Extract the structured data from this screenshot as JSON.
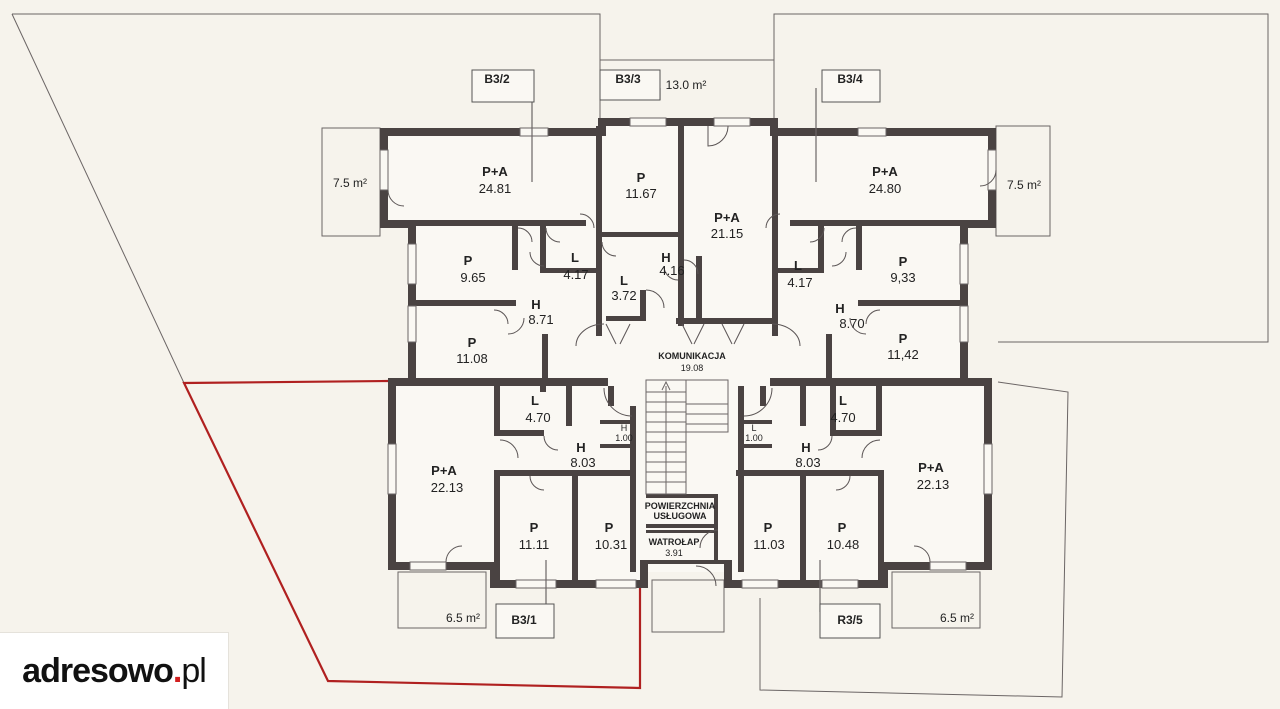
{
  "rooms": [
    {
      "id": "r1",
      "code": "P+A",
      "area": "24.81"
    },
    {
      "id": "r2",
      "code": "P",
      "area": "11.67"
    },
    {
      "id": "r3",
      "code": "P+A",
      "area": "21.15"
    },
    {
      "id": "r4",
      "code": "P+A",
      "area": "24.80"
    },
    {
      "id": "r5",
      "code": "P",
      "area": "9.65"
    },
    {
      "id": "r6",
      "code": "L",
      "area": "4.17"
    },
    {
      "id": "r7",
      "code": "H",
      "area": "4.16"
    },
    {
      "id": "r8",
      "code": "L",
      "area": "3.72"
    },
    {
      "id": "r9",
      "code": "L",
      "area": "4.17"
    },
    {
      "id": "r10",
      "code": "P",
      "area": "9,33"
    },
    {
      "id": "r11",
      "code": "H",
      "area": "8.71"
    },
    {
      "id": "r12",
      "code": "H",
      "area": "8.70"
    },
    {
      "id": "r13",
      "code": "P",
      "area": "11.08"
    },
    {
      "id": "r14",
      "code": "P",
      "area": "11,42"
    },
    {
      "id": "r15",
      "code": "KOMUNIKACJA",
      "area": "19.08"
    },
    {
      "id": "r16",
      "code": "L",
      "area": "4.70"
    },
    {
      "id": "r17",
      "code": "L",
      "area": "4.70"
    },
    {
      "id": "r18",
      "code": "H",
      "area": "1.00"
    },
    {
      "id": "r19",
      "code": "L",
      "area": "1.00"
    },
    {
      "id": "r20",
      "code": "H",
      "area": "8.03"
    },
    {
      "id": "r21",
      "code": "H",
      "area": "8.03"
    },
    {
      "id": "r22",
      "code": "P+A",
      "area": "22.13"
    },
    {
      "id": "r23",
      "code": "P+A",
      "area": "22.13"
    },
    {
      "id": "r24",
      "code": "P",
      "area": "11.11"
    },
    {
      "id": "r25",
      "code": "P",
      "area": "10.31"
    },
    {
      "id": "r26",
      "code": "P",
      "area": "11.03"
    },
    {
      "id": "r27",
      "code": "P",
      "area": "10.48"
    },
    {
      "id": "r28",
      "code": "WATROŁAP",
      "area": "3.91"
    }
  ],
  "service_area": {
    "line1": "POWIERZCHNIA",
    "line2": "USŁUGOWA"
  },
  "unit_tags": [
    "B3/2",
    "B3/3",
    "B3/4",
    "B3/1",
    "R3/5"
  ],
  "terrace_areas": [
    "13.0 m²",
    "7.5 m²",
    "7.5 m²",
    "6.5 m²",
    "6.5 m²"
  ],
  "logo": {
    "brand": "adresowo",
    "dot": ".",
    "tld": "pl"
  }
}
